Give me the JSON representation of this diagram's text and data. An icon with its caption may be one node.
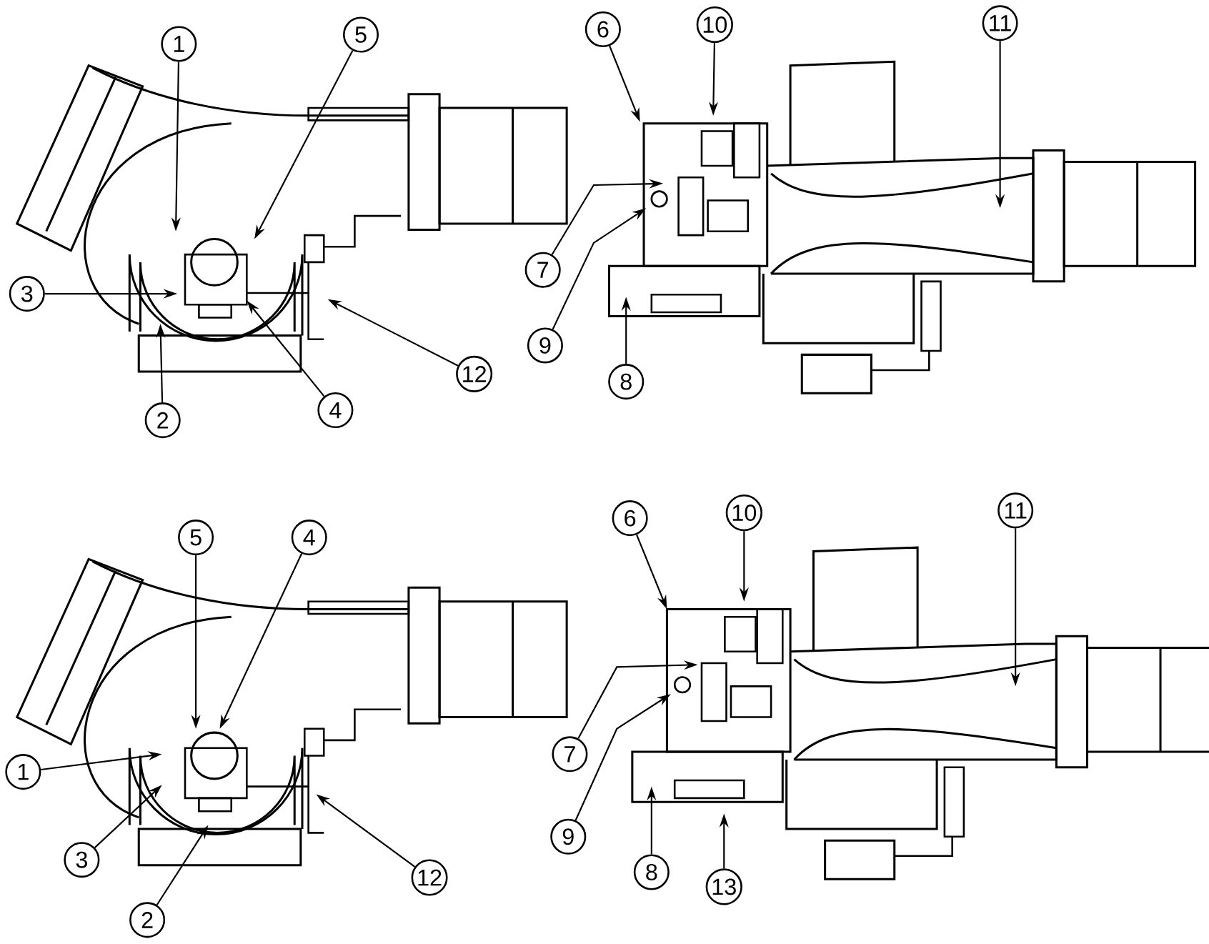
{
  "diagram": {
    "nodes": [
      {
        "text": [
          "1"
        ]
      },
      {
        "text": [
          "5"
        ]
      },
      {
        "text": [
          "3"
        ]
      },
      {
        "text": [
          "2"
        ]
      },
      {
        "text": [
          "4"
        ]
      },
      {
        "text": [
          "12"
        ]
      },
      {
        "text": [
          "6"
        ]
      },
      {
        "text": [
          "10"
        ]
      },
      {
        "text": [
          "11"
        ]
      },
      {
        "text": [
          "7"
        ]
      },
      {
        "text": [
          "9"
        ]
      },
      {
        "text": [
          "8"
        ]
      },
      {
        "text": [
          "5"
        ]
      },
      {
        "text": [
          "4"
        ]
      },
      {
        "text": [
          "1"
        ]
      },
      {
        "text": [
          "3"
        ]
      },
      {
        "text": [
          "2"
        ]
      },
      {
        "text": [
          "12"
        ]
      },
      {
        "text": [
          "6"
        ]
      },
      {
        "text": [
          "10"
        ]
      },
      {
        "text": [
          "11"
        ]
      },
      {
        "text": [
          "7"
        ]
      },
      {
        "text": [
          "9"
        ]
      },
      {
        "text": [
          "8"
        ]
      },
      {
        "text": [
          "13"
        ]
      }
    ],
    "edges": [
      {
        "from": 0,
        "to": null,
        "arrow": "to"
      },
      {
        "from": 1,
        "to": null,
        "arrow": "to"
      },
      {
        "from": 2,
        "to": null,
        "arrow": "to"
      },
      {
        "from": 3,
        "to": null,
        "arrow": "to"
      },
      {
        "from": 4,
        "to": null,
        "arrow": "to"
      },
      {
        "from": 5,
        "to": null,
        "arrow": "to"
      },
      {
        "from": 6,
        "to": null,
        "arrow": "to"
      },
      {
        "from": 7,
        "to": null,
        "arrow": "to"
      },
      {
        "from": 8,
        "to": null,
        "arrow": "to"
      },
      {
        "from": 9,
        "to": null,
        "arrow": "to"
      },
      {
        "from": 10,
        "to": null,
        "arrow": "to"
      },
      {
        "from": 11,
        "to": null,
        "arrow": "to"
      },
      {
        "from": 12,
        "to": null,
        "arrow": "to"
      },
      {
        "from": 13,
        "to": null,
        "arrow": "to"
      },
      {
        "from": 14,
        "to": null,
        "arrow": "to"
      },
      {
        "from": 15,
        "to": null,
        "arrow": "to"
      },
      {
        "from": 16,
        "to": null,
        "arrow": "to"
      },
      {
        "from": 17,
        "to": null,
        "arrow": "to"
      },
      {
        "from": 18,
        "to": null,
        "arrow": "to"
      },
      {
        "from": 19,
        "to": null,
        "arrow": "to"
      },
      {
        "from": 20,
        "to": null,
        "arrow": "to"
      },
      {
        "from": 21,
        "to": null,
        "arrow": "to"
      },
      {
        "from": 22,
        "to": null,
        "arrow": "to"
      },
      {
        "from": 23,
        "to": null,
        "arrow": "to"
      },
      {
        "from": 24,
        "to": null,
        "arrow": "to"
      }
    ]
  }
}
